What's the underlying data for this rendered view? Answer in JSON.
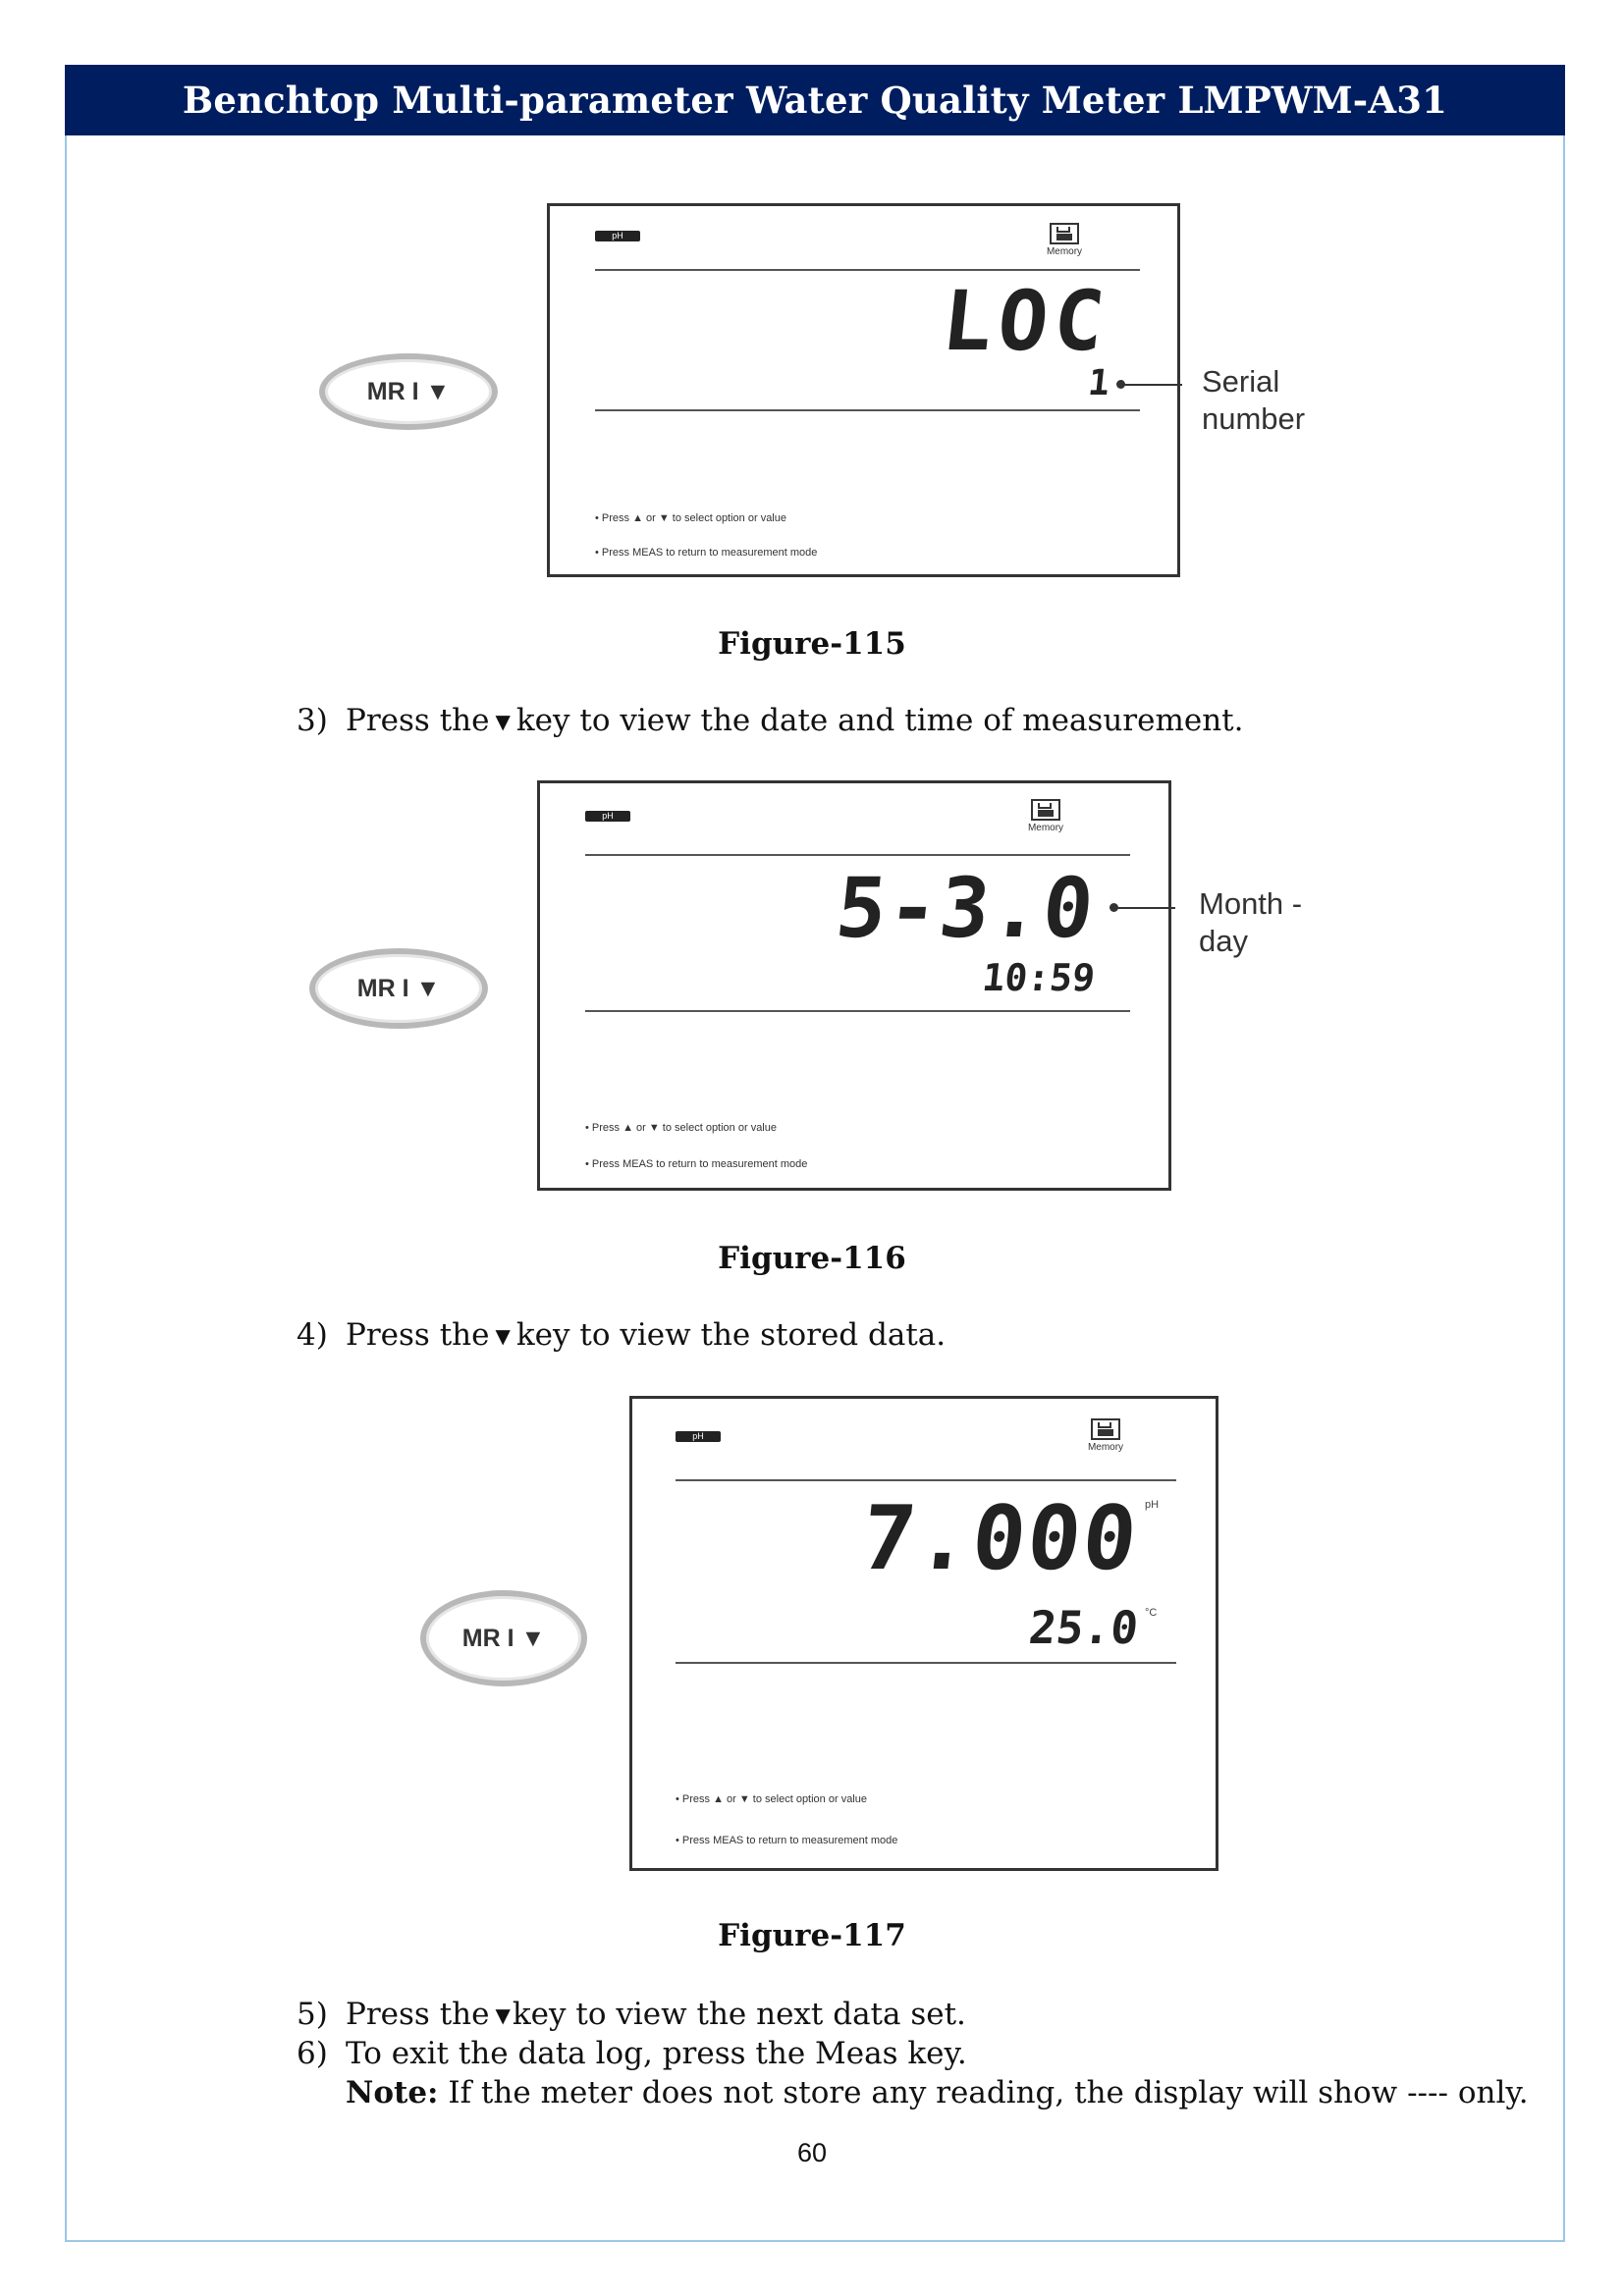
{
  "header": {
    "title": "Benchtop Multi-parameter Water Quality Meter LMPWM-A31"
  },
  "lcd_common": {
    "ph_tag": "pH",
    "memory_label": "Memory",
    "note1": "• Press ▲ or ▼ to select option or value",
    "note2": "• Press MEAS to return to measurement mode"
  },
  "key_label": "MR I ▼",
  "figures": [
    {
      "primary": "LOC",
      "secondary": "1",
      "callout": "Serial\nnumber",
      "caption": "Figure-115"
    },
    {
      "primary": "5-3.0",
      "secondary": "10:59",
      "callout": "Month -\nday",
      "caption": "Figure-116"
    },
    {
      "primary": "7.000",
      "primary_unit": "pH",
      "secondary": "25.0",
      "secondary_unit": "°C",
      "caption": "Figure-117"
    }
  ],
  "steps": [
    {
      "num": "3)",
      "before": "Press the",
      "after": "key to view the date and time of measurement."
    },
    {
      "num": "4)",
      "before": "Press the",
      "after": "key to view the stored data."
    },
    {
      "num": "5)",
      "before": "Press the",
      "after": "key to view the next data set."
    },
    {
      "num": "6)",
      "text": "To exit the data log, press the Meas key."
    }
  ],
  "note": {
    "label": "Note:",
    "text": " If the meter does not store any reading, the display will show ---- only."
  },
  "page_number": "60"
}
